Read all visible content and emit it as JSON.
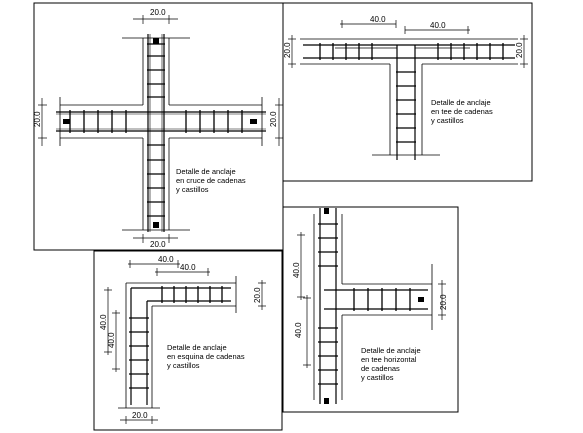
{
  "panels": {
    "cross": {
      "caption": [
        "Detalle de anclaje",
        "en cruce de cadenas",
        "y castillos"
      ],
      "dims": {
        "top": "20.0",
        "bottom": "20.0",
        "left": "20.0",
        "right": "20.0"
      }
    },
    "tee": {
      "caption": [
        "Detalle de anclaje",
        "en tee de cadenas",
        "y castillos"
      ],
      "dims": {
        "top_left": "40.0",
        "top_right": "40.0",
        "left": "20.0",
        "right": "20.0"
      }
    },
    "corner": {
      "caption": [
        "Detalle de anclaje",
        "en esquina de cadenas",
        "y castillos"
      ],
      "dims": {
        "top_a": "40.0",
        "top_b": "40.0",
        "left_a": "40.0",
        "left_b": "40.0",
        "right": "20.0",
        "bottom": "20.0"
      }
    },
    "tee_horizontal": {
      "caption": [
        "Detalle de anclaje",
        "en tee horizontal",
        "de cadenas",
        "y castillos"
      ],
      "dims": {
        "left_a": "40.0",
        "left_b": "40.0",
        "right": "20.0"
      }
    }
  }
}
